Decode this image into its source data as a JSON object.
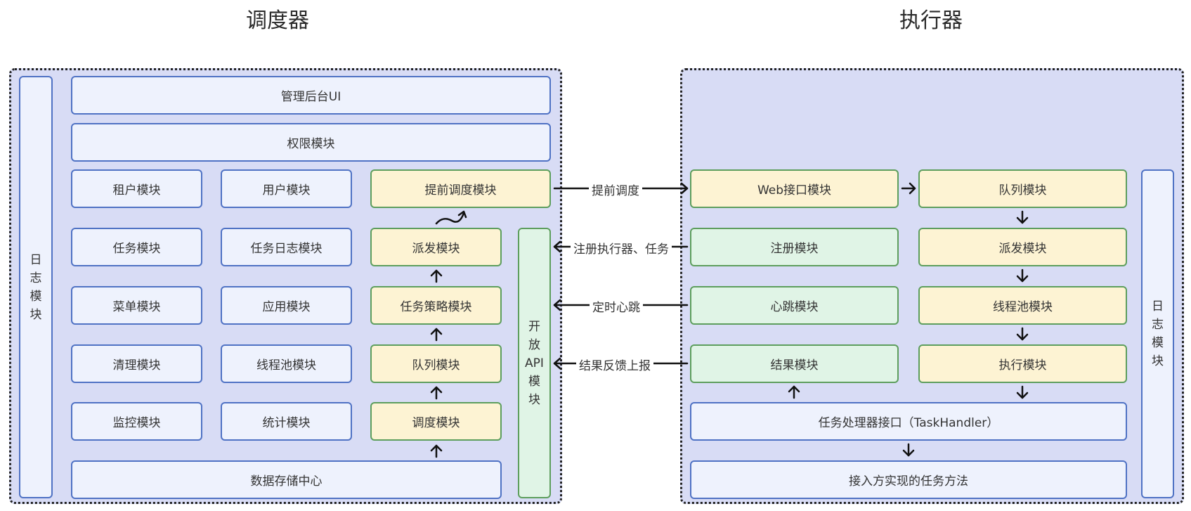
{
  "titles": {
    "scheduler": "调度器",
    "executor": "执行器"
  },
  "scheduler": {
    "log_module": [
      "日",
      "志",
      "模",
      "块"
    ],
    "admin_ui": "管理后台UI",
    "permission": "权限模块",
    "grid": [
      [
        "租户模块",
        "用户模块"
      ],
      [
        "任务模块",
        "任务日志模块"
      ],
      [
        "菜单模块",
        "应用模块"
      ],
      [
        "清理模块",
        "线程池模块"
      ],
      [
        "监控模块",
        "统计模块"
      ]
    ],
    "pipeline": {
      "advance": "提前调度模块",
      "dispatch": "派发模块",
      "strategy": "任务策略模块",
      "queue": "队列模块",
      "schedule": "调度模块"
    },
    "open_api": [
      "开",
      "放",
      "API",
      "模",
      "块"
    ],
    "storage": "数据存储中心"
  },
  "executor": {
    "web": "Web接口模块",
    "register": "注册模块",
    "heartbeat": "心跳模块",
    "result": "结果模块",
    "queue": "队列模块",
    "dispatch": "派发模块",
    "threadpool": "线程池模块",
    "execute": "执行模块",
    "handler": "任务处理器接口（TaskHandler）",
    "impl": "接入方实现的任务方法",
    "log_module": [
      "日",
      "志",
      "模",
      "块"
    ]
  },
  "links": {
    "advance": "提前调度",
    "register": "注册执行器、任务",
    "heartbeat": "定时心跳",
    "result": "结果反馈上报"
  },
  "colors": {
    "panel": "#d8dcf5",
    "blue_fill": "#eef2fd",
    "blue_border": "#4f72c4",
    "yellow_fill": "#fdf3d3",
    "green_fill": "#e0f4e6",
    "green_border": "#5d9e5d"
  }
}
